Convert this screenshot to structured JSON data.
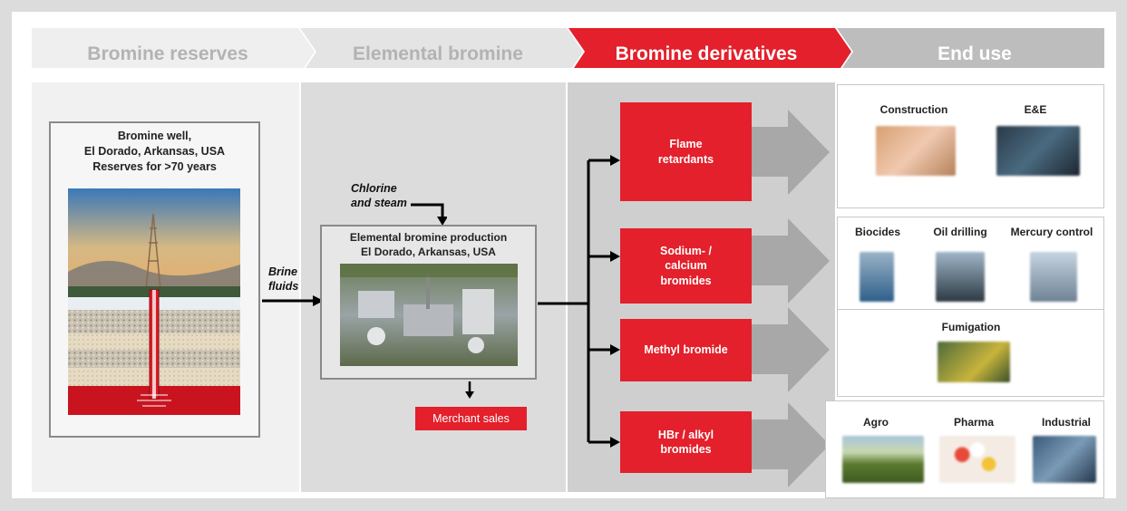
{
  "headers": {
    "reserves": "Bromine reserves",
    "elemental": "Elemental bromine",
    "derivatives": "Bromine derivatives",
    "end_use": "End use"
  },
  "well": {
    "title_line1": "Bromine well,",
    "title_line2": "El Dorado, Arkansas, USA",
    "title_line3": "Reserves for  >70 years"
  },
  "flows": {
    "brine_line1": "Brine",
    "brine_line2": "fluids",
    "chlorine_line1": "Chlorine",
    "chlorine_line2": "and steam"
  },
  "production": {
    "title_line1": "Elemental bromine production",
    "title_line2": "El Dorado, Arkansas, USA",
    "merchant_sales": "Merchant sales"
  },
  "derivatives": [
    {
      "line1": "Flame",
      "line2": "retardants",
      "line3": ""
    },
    {
      "line1": "Sodium- /",
      "line2": "calcium",
      "line3": "bromides"
    },
    {
      "line1": "Methyl bromide",
      "line2": "",
      "line3": ""
    },
    {
      "line1": "HBr / alkyl",
      "line2": "bromides",
      "line3": ""
    }
  ],
  "end_use": {
    "group1": [
      "Construction",
      "E&E"
    ],
    "group2": [
      "Biocides",
      "Oil drilling",
      "Mercury control"
    ],
    "group3": [
      "Fumigation"
    ],
    "group4": [
      "Agro",
      "Pharma",
      "Industrial"
    ]
  },
  "colors": {
    "brand_red": "#e3202b",
    "header_grey": "#bdbdbd",
    "light_header": "#efefef",
    "panel_light": "#f1f1f1",
    "panel_mid": "#dcdcdc",
    "panel_dark": "#cfcfcf"
  }
}
